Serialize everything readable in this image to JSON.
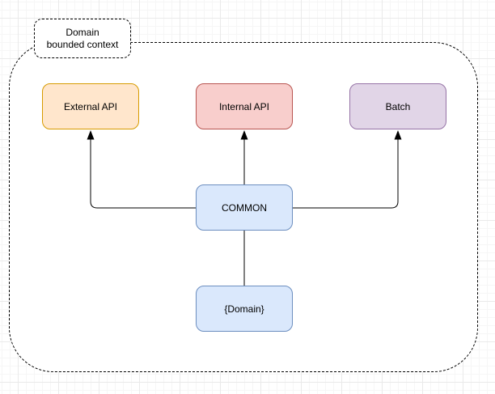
{
  "diagram": {
    "group_label": "Domain\nbounded context"
  },
  "nodes": {
    "external_api": {
      "label": "External API",
      "fill": "#ffe6cc",
      "stroke": "#d79b00"
    },
    "internal_api": {
      "label": "Internal API",
      "fill": "#f8cecc",
      "stroke": "#b85450"
    },
    "batch": {
      "label": "Batch",
      "fill": "#e1d5e7",
      "stroke": "#9673a6"
    },
    "common": {
      "label": "COMMON",
      "fill": "#dae8fc",
      "stroke": "#6c8ebf"
    },
    "domain": {
      "label": "{Domain}",
      "fill": "#dae8fc",
      "stroke": "#6c8ebf"
    }
  },
  "edges": [
    {
      "from": "COMMON",
      "to": "External API",
      "type": "arrow"
    },
    {
      "from": "COMMON",
      "to": "Internal API",
      "type": "arrow"
    },
    {
      "from": "COMMON",
      "to": "Batch",
      "type": "arrow"
    },
    {
      "from": "{Domain}",
      "to": "COMMON",
      "type": "line"
    }
  ],
  "colors": {
    "edge": "#000000",
    "container_stroke": "#000000",
    "canvas_bg": "#ffffff",
    "grid_minor": "#f6f6f6",
    "grid_major": "#eaeaea"
  }
}
